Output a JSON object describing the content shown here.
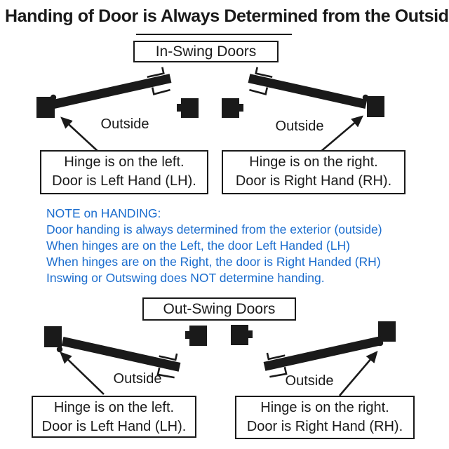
{
  "title": "Handing of Door is Always Determined from the Outside",
  "in_swing": {
    "header": "In-Swing Doors",
    "left": {
      "outside_label": "Outside",
      "caption": [
        "Hinge is on the left.",
        "Door is Left Hand (LH)."
      ]
    },
    "right": {
      "outside_label": "Outside",
      "caption": [
        "Hinge is on the right.",
        "Door is Right Hand (RH)."
      ]
    }
  },
  "out_swing": {
    "header": "Out-Swing Doors",
    "left": {
      "outside_label": "Outside",
      "caption": [
        "Hinge is on the left.",
        "Door is Left Hand (LH)."
      ]
    },
    "right": {
      "outside_label": "Outside",
      "caption": [
        "Hinge is on the right.",
        "Door is Right Hand (RH)."
      ]
    }
  },
  "note": {
    "color": "#1B6DCE",
    "lines": [
      "NOTE on HANDING:",
      "Door handing is always determined from the exterior (outside)",
      "When hinges are on the Left, the door Left Handed (LH)",
      "When hinges are on the Right, the door is Right Handed (RH)",
      "Inswing or Outswing does NOT determine handing."
    ]
  },
  "colors": {
    "ink": "#1A1A1A",
    "background": "#FFFFFF",
    "note_blue": "#1B6DCE"
  },
  "icons": {
    "door_slab": "thick rotated black bar",
    "door_handle": "small L-shaped lever hooks at latch end",
    "hinge_jamb": "solid black square",
    "hinge_pin": "small black circle at jamb corner",
    "strike_jamb": "solid black square with strike notch facing door",
    "hinge_arrow": "diagonal arrow pointing at hinge jamb"
  }
}
